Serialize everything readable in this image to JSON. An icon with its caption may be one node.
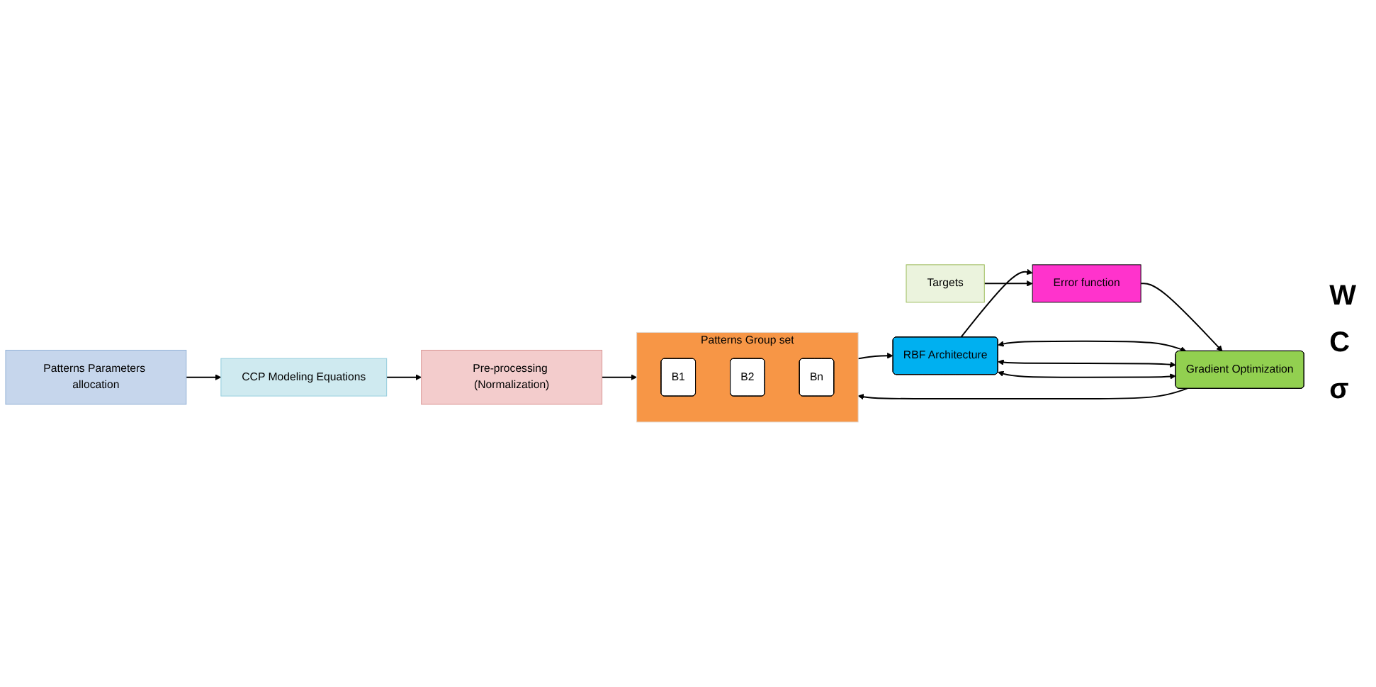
{
  "diagram": {
    "nodes": [
      {
        "text": [
          "Patterns Parameters allocation"
        ]
      },
      {
        "text": [
          "CCP Modeling Equations"
        ]
      },
      {
        "text": [
          "Pre-processing (Normalization)"
        ]
      },
      {
        "text": [
          "Patterns Group set"
        ]
      },
      {
        "text": [
          "B1"
        ],
        "in": 3
      },
      {
        "text": [
          "B2"
        ],
        "in": 3
      },
      {
        "text": [
          "Bn"
        ],
        "in": 3
      },
      {
        "text": [
          "Gradient Optimization"
        ]
      },
      {
        "text": [
          "RBF Architecture"
        ]
      },
      {
        "text": [
          "Error function"
        ]
      },
      {
        "text": [
          "Targets"
        ]
      }
    ],
    "edges": [
      {
        "from": 0,
        "to": 1,
        "arrow": "to"
      },
      {
        "from": 1,
        "to": 2,
        "arrow": "to"
      },
      {
        "from": 2,
        "to": 3,
        "arrow": "to"
      },
      {
        "from": 3,
        "to": 8,
        "arrow": "to"
      },
      {
        "from": 7,
        "to": 3,
        "arrow": "to"
      },
      {
        "from": 7,
        "to": 8,
        "arrow": "both"
      },
      {
        "from": 7,
        "to": 8,
        "arrow": "both"
      },
      {
        "from": 7,
        "to": 8,
        "arrow": "both"
      },
      {
        "from": 8,
        "to": 9,
        "arrow": "to"
      },
      {
        "from": 10,
        "to": 9,
        "arrow": "to"
      },
      {
        "from": 9,
        "to": 7,
        "arrow": "to"
      }
    ],
    "labels": [
      "W",
      "C",
      "σ"
    ]
  }
}
